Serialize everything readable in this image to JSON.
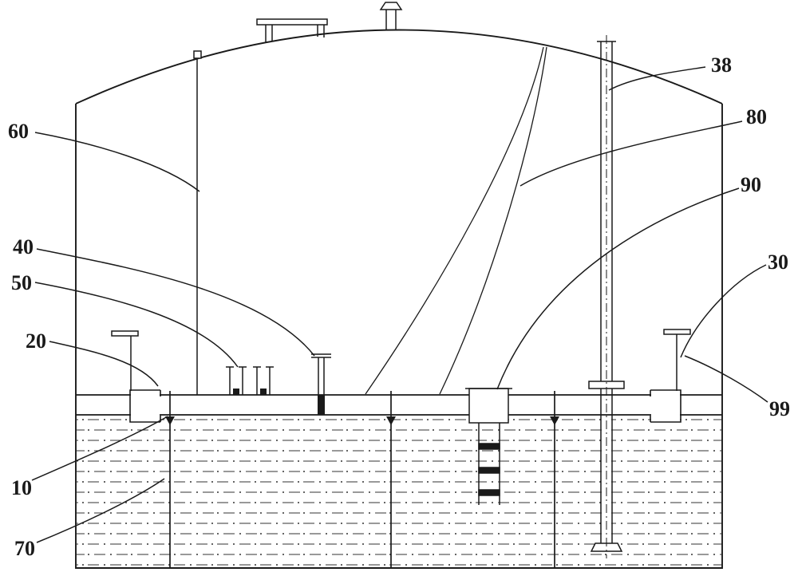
{
  "figure": {
    "kind": "patent-technical-drawing-storage-tank",
    "labels": {
      "n10": "10",
      "n20": "20",
      "n30": "30",
      "n38": "38",
      "n40": "40",
      "n50": "50",
      "n60": "60",
      "n70": "70",
      "n80": "80",
      "n90": "90",
      "n99": "99"
    }
  },
  "colors": {
    "ink": "#1a1a1a",
    "paper": "#ffffff"
  }
}
